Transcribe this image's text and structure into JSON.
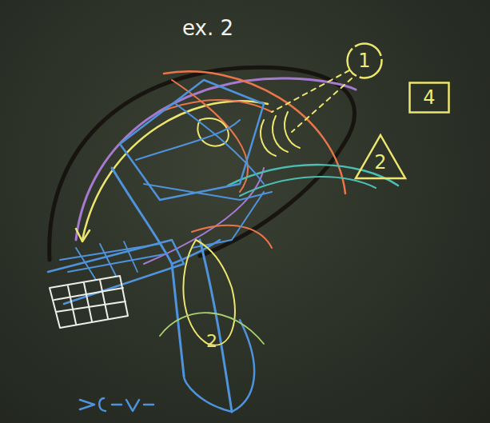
{
  "diagram": {
    "nodes": [
      {
        "text": [
          "1"
        ]
      },
      {
        "text": [
          "4"
        ]
      },
      {
        "text": [
          "2"
        ]
      }
    ],
    "labels": [
      "ex. 2",
      "2"
    ]
  }
}
